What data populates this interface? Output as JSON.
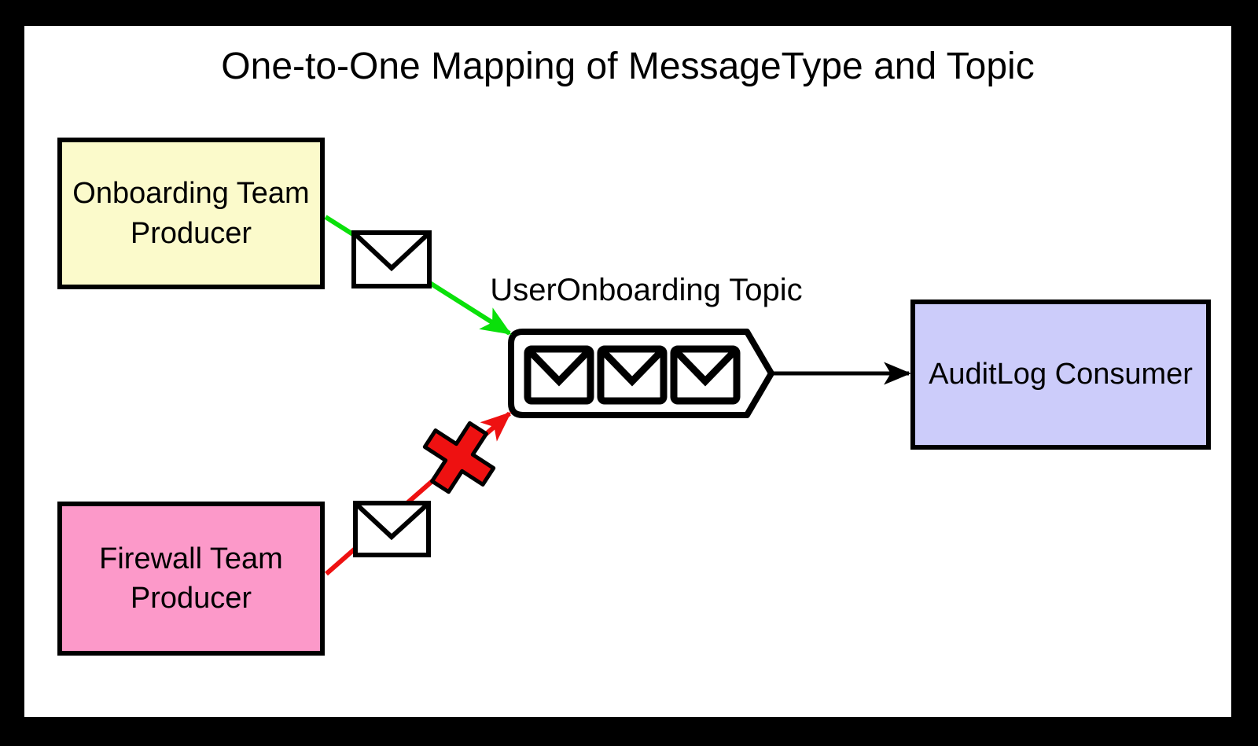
{
  "title": "One-to-One Mapping of MessageType and Topic",
  "producers": [
    {
      "label": "Onboarding Team Producer",
      "fill": "#FBFACB",
      "flow": "allowed"
    },
    {
      "label": "Firewall Team Producer",
      "fill": "#FC99C9",
      "flow": "blocked"
    }
  ],
  "topic": {
    "label": "UserOnboarding Topic",
    "queued_message_count": 3
  },
  "consumer": {
    "label": "AuditLog Consumer",
    "fill": "#CCCCFA"
  },
  "colors": {
    "allowed_arrow": "#0AE00A",
    "blocked_arrow": "#EE1111",
    "neutral_arrow": "#000000",
    "node_border": "#000000",
    "canvas_bg": "#FFFFFF",
    "frame_bg": "#000000"
  },
  "icons": {
    "message": "envelope-icon",
    "blocked": "x-mark-icon"
  }
}
